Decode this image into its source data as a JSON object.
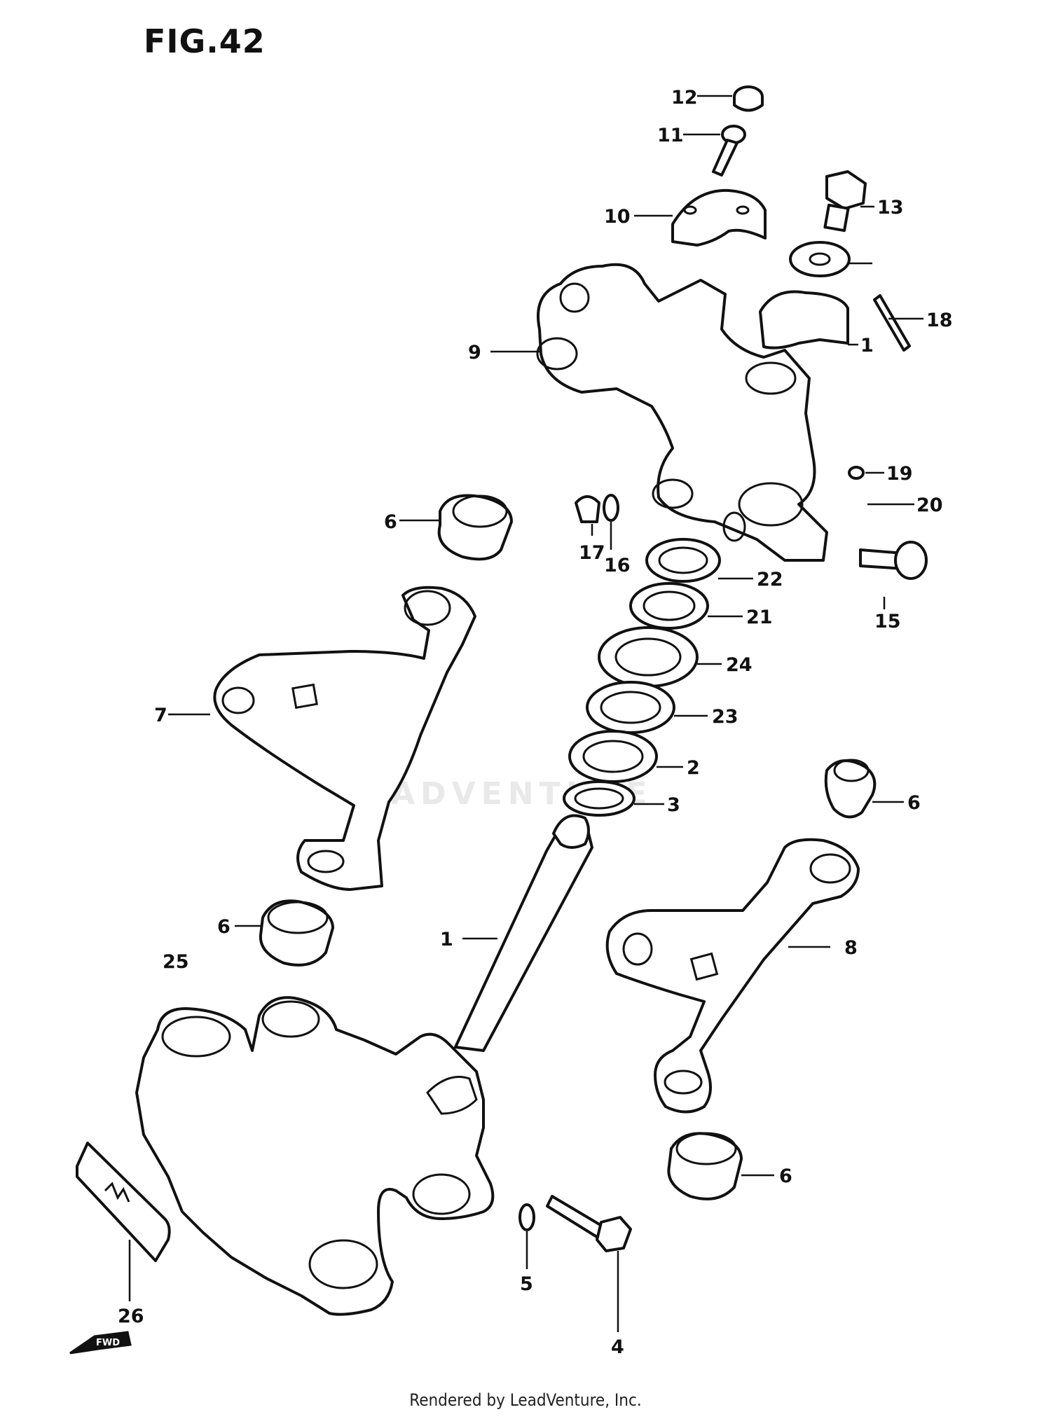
{
  "figure": {
    "title": "FIG.42"
  },
  "watermark": "EADVENTURE",
  "footer": "Rendered by LeadVenture, Inc.",
  "fwd_arrow": "FWD",
  "callouts": [
    {
      "id": "c12",
      "label": "12"
    },
    {
      "id": "c11",
      "label": "11"
    },
    {
      "id": "c13",
      "label": "13"
    },
    {
      "id": "c10",
      "label": "10"
    },
    {
      "id": "c18",
      "label": "18"
    },
    {
      "id": "c1a",
      "label": "1"
    },
    {
      "id": "c9",
      "label": "9"
    },
    {
      "id": "c19",
      "label": "19"
    },
    {
      "id": "c20",
      "label": "20"
    },
    {
      "id": "c6a",
      "label": "6"
    },
    {
      "id": "c17",
      "label": "17"
    },
    {
      "id": "c16",
      "label": "16"
    },
    {
      "id": "c22",
      "label": "22"
    },
    {
      "id": "c15",
      "label": "15"
    },
    {
      "id": "c21",
      "label": "21"
    },
    {
      "id": "c24",
      "label": "24"
    },
    {
      "id": "c7",
      "label": "7"
    },
    {
      "id": "c23",
      "label": "23"
    },
    {
      "id": "c2",
      "label": "2"
    },
    {
      "id": "c3",
      "label": "3"
    },
    {
      "id": "c6b",
      "label": "6"
    },
    {
      "id": "c6c",
      "label": "6"
    },
    {
      "id": "c1b",
      "label": "1"
    },
    {
      "id": "c8",
      "label": "8"
    },
    {
      "id": "c25",
      "label": "25"
    },
    {
      "id": "c6d",
      "label": "6"
    },
    {
      "id": "c5",
      "label": "5"
    },
    {
      "id": "c26",
      "label": "26"
    },
    {
      "id": "c4",
      "label": "4"
    }
  ]
}
